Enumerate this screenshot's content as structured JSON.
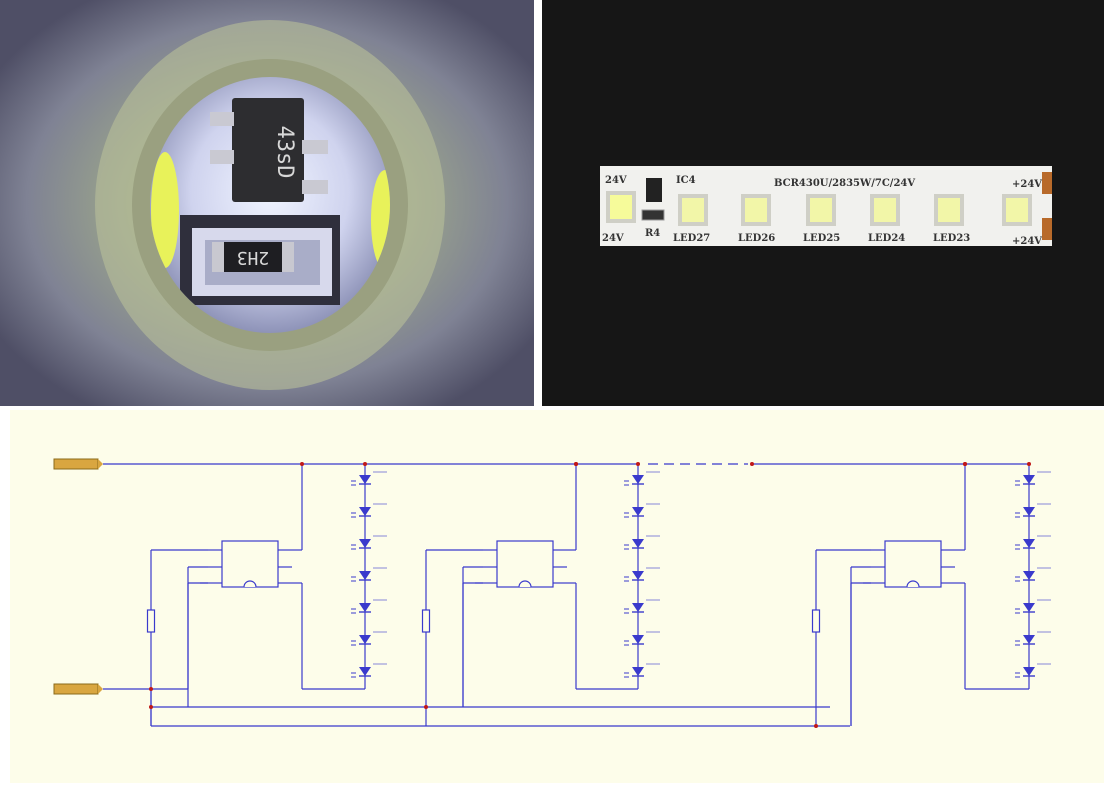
{
  "microscope_photo": {
    "ic_marking": "43sD",
    "resistor_marking": "2H3"
  },
  "strip_photo": {
    "silkscreen_main": "BCR430U/2835W/7C/24V",
    "left_top": "24V",
    "left_bottom": "24V",
    "right_top": "+24V",
    "right_bottom": "+24V",
    "ic_label": "IC4",
    "resistor_label": "R4",
    "led_labels": [
      "LED27",
      "LED26",
      "LED25",
      "LED24",
      "LED23"
    ]
  },
  "colors": {
    "wire": "#3a3acc",
    "junction": "#c01818",
    "schematic_bg": "#fdfdea",
    "led_yellow": "#f4f7b0",
    "connector": "#d9a640"
  }
}
